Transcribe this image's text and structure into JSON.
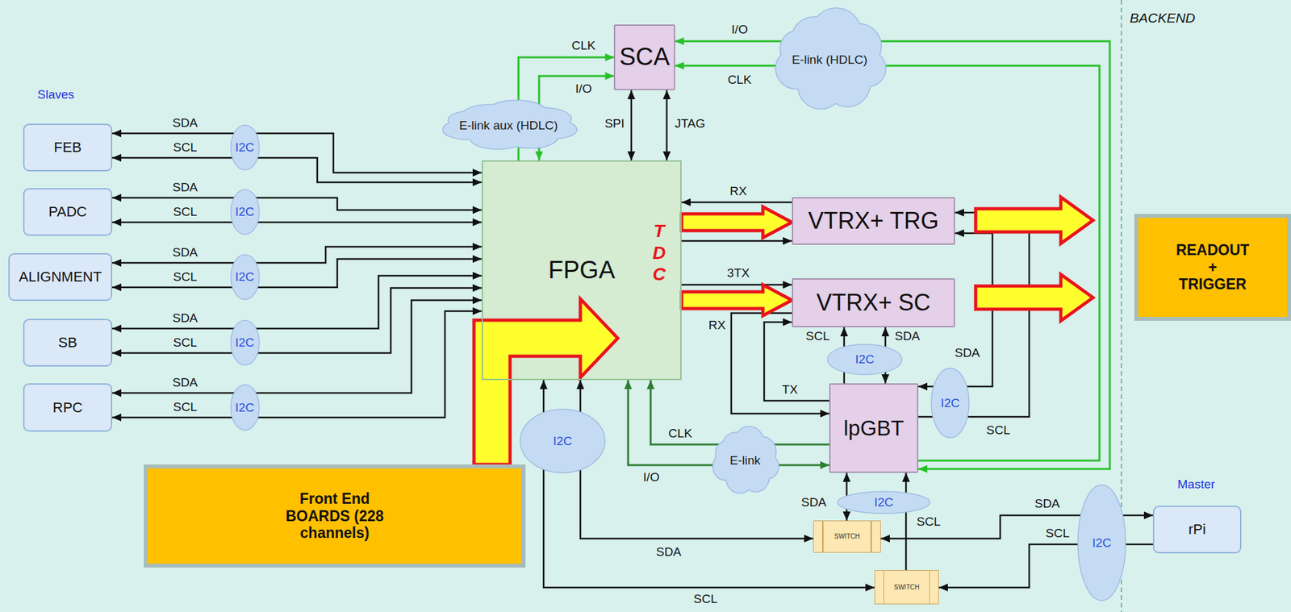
{
  "diagram": {
    "nodes": [
      {
        "text": [
          "FEB"
        ]
      },
      {
        "text": [
          "PADC"
        ]
      },
      {
        "text": [
          "ALIGNMENT"
        ]
      },
      {
        "text": [
          "SB"
        ]
      },
      {
        "text": [
          "RPC"
        ]
      },
      {
        "text": [
          "I2C"
        ]
      },
      {
        "text": [
          "I2C"
        ]
      },
      {
        "text": [
          "I2C"
        ]
      },
      {
        "text": [
          "I2C"
        ]
      },
      {
        "text": [
          "I2C"
        ]
      },
      {
        "text": [
          "SCA"
        ]
      },
      {
        "text": [
          "E-link aux (HDLC)"
        ]
      },
      {
        "text": [
          "E-link (HDLC)"
        ]
      },
      {
        "text": [
          "FPGA",
          "T D C"
        ]
      },
      {
        "text": [
          "VTRX+ TRG"
        ]
      },
      {
        "text": [
          "VTRX+ SC"
        ]
      },
      {
        "text": [
          "I2C"
        ]
      },
      {
        "text": [
          "I2C"
        ]
      },
      {
        "text": [
          "lpGBT"
        ]
      },
      {
        "text": [
          "READOUT + TRIGGER"
        ]
      },
      {
        "text": [
          "I2C"
        ]
      },
      {
        "text": [
          "E-link"
        ]
      },
      {
        "text": [
          "Front End BOARDS (228 channels)"
        ]
      },
      {
        "text": [
          "I2C"
        ]
      },
      {
        "text": [
          "SWITCH"
        ]
      },
      {
        "text": [
          "SWITCH"
        ]
      },
      {
        "text": [
          "I2C"
        ]
      },
      {
        "text": [
          "rPi"
        ]
      }
    ],
    "edges": [
      {
        "from": 0,
        "to": 13,
        "label": "SDA",
        "arrow": "both"
      },
      {
        "from": 0,
        "to": 13,
        "label": "SCL",
        "arrow": "both"
      },
      {
        "from": 1,
        "to": 13,
        "label": "SDA",
        "arrow": "both"
      },
      {
        "from": 1,
        "to": 13,
        "label": "SCL",
        "arrow": "both"
      },
      {
        "from": 2,
        "to": 13,
        "label": "SDA",
        "arrow": "both"
      },
      {
        "from": 2,
        "to": 13,
        "label": "SCL",
        "arrow": "both"
      },
      {
        "from": 3,
        "to": 13,
        "label": "SDA",
        "arrow": "both"
      },
      {
        "from": 3,
        "to": 13,
        "label": "SCL",
        "arrow": "both"
      },
      {
        "from": 4,
        "to": 13,
        "label": "SDA",
        "arrow": "both"
      },
      {
        "from": 4,
        "to": 13,
        "label": "SCL",
        "arrow": "both"
      },
      {
        "from": 13,
        "to": 10,
        "label": "CLK",
        "arrow": "to"
      },
      {
        "from": 10,
        "to": 13,
        "label": "I/O",
        "arrow": "both"
      },
      {
        "from": 10,
        "to": 13,
        "label": "SPI",
        "arrow": "both"
      },
      {
        "from": 10,
        "to": 13,
        "label": "JTAG",
        "arrow": "both"
      },
      {
        "from": 18,
        "to": 10,
        "label": "I/O",
        "arrow": "both"
      },
      {
        "from": 18,
        "to": 10,
        "label": "CLK",
        "arrow": "to"
      },
      {
        "from": 14,
        "to": 13,
        "label": "RX",
        "arrow": "to"
      },
      {
        "from": 13,
        "to": 14,
        "arrow": "to"
      },
      {
        "from": 13,
        "to": 14,
        "arrow": "to"
      },
      {
        "from": 13,
        "to": 15,
        "label": "3TX",
        "arrow": "to"
      },
      {
        "from": 13,
        "to": 15,
        "arrow": "to"
      },
      {
        "from": 15,
        "to": 18,
        "label": "RX",
        "arrow": "to"
      },
      {
        "from": 18,
        "to": 15,
        "label": "TX",
        "arrow": "to"
      },
      {
        "from": 18,
        "to": 15,
        "label": "SCL",
        "arrow": "to"
      },
      {
        "from": 18,
        "to": 15,
        "label": "SDA",
        "arrow": "both"
      },
      {
        "from": 18,
        "to": 14,
        "label": "SDA",
        "arrow": "both"
      },
      {
        "from": 18,
        "to": 14,
        "label": "SCL",
        "arrow": "to"
      },
      {
        "from": 14,
        "to": 19,
        "arrow": "to"
      },
      {
        "from": 15,
        "to": 19,
        "arrow": "to"
      },
      {
        "from": 22,
        "to": 13,
        "arrow": "to"
      },
      {
        "from": 18,
        "to": 13,
        "label": "CLK",
        "arrow": "to"
      },
      {
        "from": 13,
        "to": 18,
        "label": "I/O",
        "arrow": "both"
      },
      {
        "from": 13,
        "to": 24,
        "label": "SDA",
        "arrow": "both"
      },
      {
        "from": 13,
        "to": 25,
        "label": "SCL",
        "arrow": "both"
      },
      {
        "from": 18,
        "to": 24,
        "label": "SDA",
        "arrow": "both"
      },
      {
        "from": 25,
        "to": 18,
        "label": "SCL",
        "arrow": "to"
      },
      {
        "from": 27,
        "to": 24,
        "label": "SDA",
        "arrow": "both"
      },
      {
        "from": 27,
        "to": 25,
        "label": "SCL",
        "arrow": "to"
      }
    ],
    "labels": [
      "BACKEND",
      "Slaves",
      "Master"
    ]
  }
}
